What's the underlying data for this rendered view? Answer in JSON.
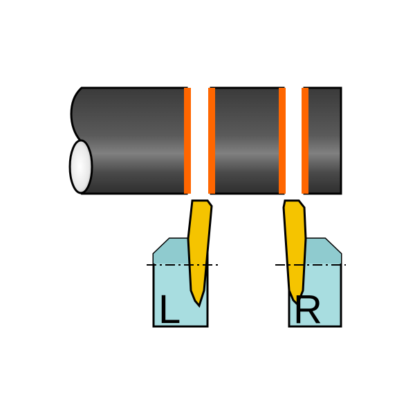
{
  "diagram": {
    "holders": [
      {
        "id": "left",
        "label": "L"
      },
      {
        "id": "right",
        "label": "R"
      }
    ],
    "colors": {
      "bar_dark": "#3a3a3a",
      "bar_light": "#7c7c7c",
      "cut_band": "#ff6600",
      "holder_fill": "#a8dde0",
      "insert_fill": "#f5c400",
      "outline": "#000000"
    }
  }
}
